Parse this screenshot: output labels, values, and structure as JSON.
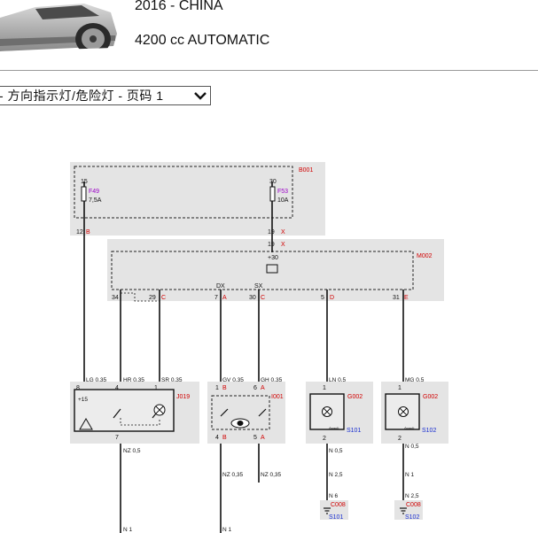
{
  "header": {
    "vehicle_image_icon": "car-photo-icon",
    "model_year": "2016 - CHINA",
    "engine": "4200 cc AUTOMATIC"
  },
  "page_selector": {
    "value": "- 方向指示灯/危险灯 - 页码 1",
    "icon": "chevron-down-icon"
  },
  "colors": {
    "component_id": "#d10000",
    "fuse_label": "#9b00c8",
    "splice_label": "#1a2fd0",
    "box_fill": "#e4e4e4",
    "wire": "#111111"
  },
  "diagram": {
    "b001": {
      "id": "B001",
      "pin15": "15",
      "pin30": "30",
      "f49": "F49",
      "f49_rating": "7,5A",
      "f53": "F53",
      "f53_rating": "10A",
      "out_left_pin": "12",
      "out_left_term": "B",
      "out_right_pin": "19",
      "out_right_term": "X"
    },
    "m002": {
      "id": "M002",
      "in_pin": "19",
      "in_term": "X",
      "supply": "+30",
      "sig_dx": "DX",
      "sig_sx": "SX",
      "pins": [
        {
          "n": "34",
          "t": ""
        },
        {
          "n": "29",
          "t": "C"
        },
        {
          "n": "7",
          "t": "A"
        },
        {
          "n": "30",
          "t": "C"
        },
        {
          "n": "5",
          "t": "D"
        },
        {
          "n": "31",
          "t": "E"
        }
      ]
    },
    "wires": {
      "lg": "LG 0,35",
      "hr": "HR 0,35",
      "sr": "SR 0,35",
      "gv": "GV 0,35",
      "gh": "GH 0,35",
      "ln": "LN 0,5",
      "mg": "MG 0,5",
      "nz_j019": "NZ 0,5",
      "nz_left": "NZ 0,35",
      "nz_right": "NZ 0,35",
      "n05_a": "N 0,5",
      "n25_a": "N 2,5",
      "n6": "N 6",
      "n05_b": "N 0,5",
      "n1_b": "N 1",
      "n25_b": "N 2,5",
      "n1_c": "N 1",
      "n1_d": "N 1"
    },
    "j019": {
      "id": "J019",
      "plus": "+15",
      "pin8": "8",
      "pin4": "4",
      "pin1": "1",
      "pin7": "7"
    },
    "i001": {
      "id": "I001",
      "pin1": "1",
      "term1": "B",
      "pin6": "6",
      "term6": "A",
      "pin4": "4",
      "term4": "B",
      "pin5": "5",
      "term5": "A"
    },
    "g002a": {
      "id": "G002",
      "pin1": "1",
      "pin2": "2",
      "splice": "S101"
    },
    "g002b": {
      "id": "G002",
      "pin1": "1",
      "pin2": "2",
      "splice": "S102"
    },
    "c008a": {
      "id": "C008",
      "splice": "S101"
    },
    "c008b": {
      "id": "C008",
      "splice": "S102"
    }
  }
}
